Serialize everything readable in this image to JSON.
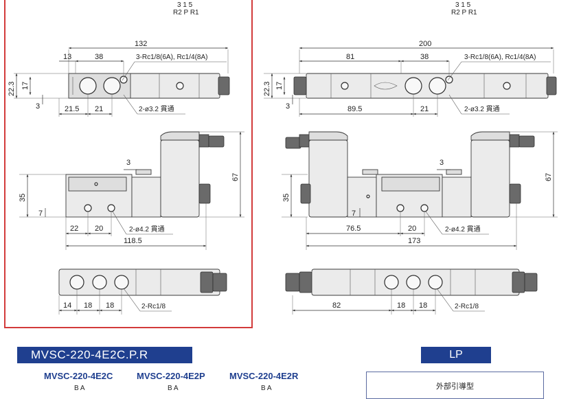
{
  "left_view": {
    "port_numbers": "3 1 5",
    "port_letters": "R2 P R1",
    "top": {
      "overall_width": "132",
      "dim_13": "13",
      "dim_38": "38",
      "thread_note": "3-Rc1/8(6A), Rc1/4(8A)",
      "height_22_3": "22.3",
      "height_17": "17",
      "dim_3": "3",
      "dim_21_5": "21.5",
      "dim_21": "21",
      "hole_note": "2-ø3.2 貫通"
    },
    "front": {
      "dim_3": "3",
      "height_35": "35",
      "height_67": "67",
      "dim_7": "7",
      "dim_22": "22",
      "dim_20": "20",
      "hole_note": "2-ø4.2 貫通",
      "overall_width": "118.5"
    },
    "bottom": {
      "dim_14": "14",
      "dim_18a": "18",
      "dim_18b": "18",
      "port_note": "2-Rc1/8"
    }
  },
  "right_view": {
    "port_numbers": "3 1 5",
    "port_letters": "R2 P R1",
    "top": {
      "overall_width": "200",
      "dim_81": "81",
      "dim_38": "38",
      "thread_note": "3-Rc1/8(6A), Rc1/4(8A)",
      "height_22_3": "22.3",
      "height_17": "17",
      "dim_3": "3",
      "dim_89_5": "89.5",
      "dim_21": "21",
      "hole_note": "2-ø3.2 貫通"
    },
    "front": {
      "dim_3": "3",
      "height_35": "35",
      "height_67": "67",
      "dim_7": "7",
      "dim_76_5": "76.5",
      "dim_20": "20",
      "hole_note": "2-ø4.2 貫通",
      "overall_width": "173"
    },
    "bottom": {
      "dim_82": "82",
      "dim_18a": "18",
      "dim_18b": "18",
      "port_note": "2-Rc1/8"
    }
  },
  "section": {
    "model_banner": "MVSC-220-4E2C.P.R",
    "lp_banner": "LP",
    "variant_c": "MVSC-220-4E2C",
    "variant_p": "MVSC-220-4E2P",
    "variant_r": "MVSC-220-4E2R",
    "variant_c_ports": "B A",
    "variant_p_ports": "B A",
    "variant_r_ports": "B A",
    "lp_title": "外部引導型"
  },
  "colors": {
    "banner": "#1f3f8f",
    "highlight_frame": "#d23a3a"
  }
}
